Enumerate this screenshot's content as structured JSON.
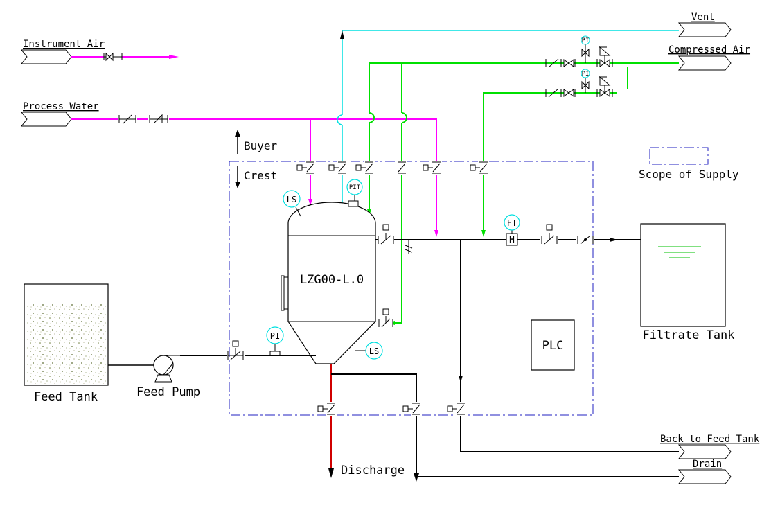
{
  "diagram": {
    "inlets": {
      "instrument_air": "Instrument Air",
      "process_water": "Process Water"
    },
    "outlets": {
      "vent": "Vent",
      "compressed_air": "Compressed Air",
      "back_to_feed_tank": "Back to Feed Tank",
      "drain": "Drain",
      "discharge": "Discharge"
    },
    "scope": {
      "buyer": "Buyer",
      "crest": "Crest",
      "legend": "Scope of Supply"
    },
    "equipment": {
      "filter_tag": "LZG00-L.0",
      "feed_tank": "Feed Tank",
      "feed_pump": "Feed Pump",
      "filtrate_tank": "Filtrate Tank",
      "plc": "PLC"
    },
    "instruments": {
      "ls_top": "LS",
      "ls_bottom": "LS",
      "pit": "PIT",
      "pi_feed": "PI",
      "ft": "FT",
      "ft_meter": "M",
      "pi_air_1": "PI",
      "pi_air_2": "PI"
    },
    "line_colors": {
      "instrument_air": "#ff00ff",
      "process_water": "#ff00ff",
      "compressed_air": "#00e000",
      "vent": "#00e0e0",
      "discharge": "#d00000",
      "scope_boundary": "#2020c0",
      "process": "#000000"
    }
  }
}
